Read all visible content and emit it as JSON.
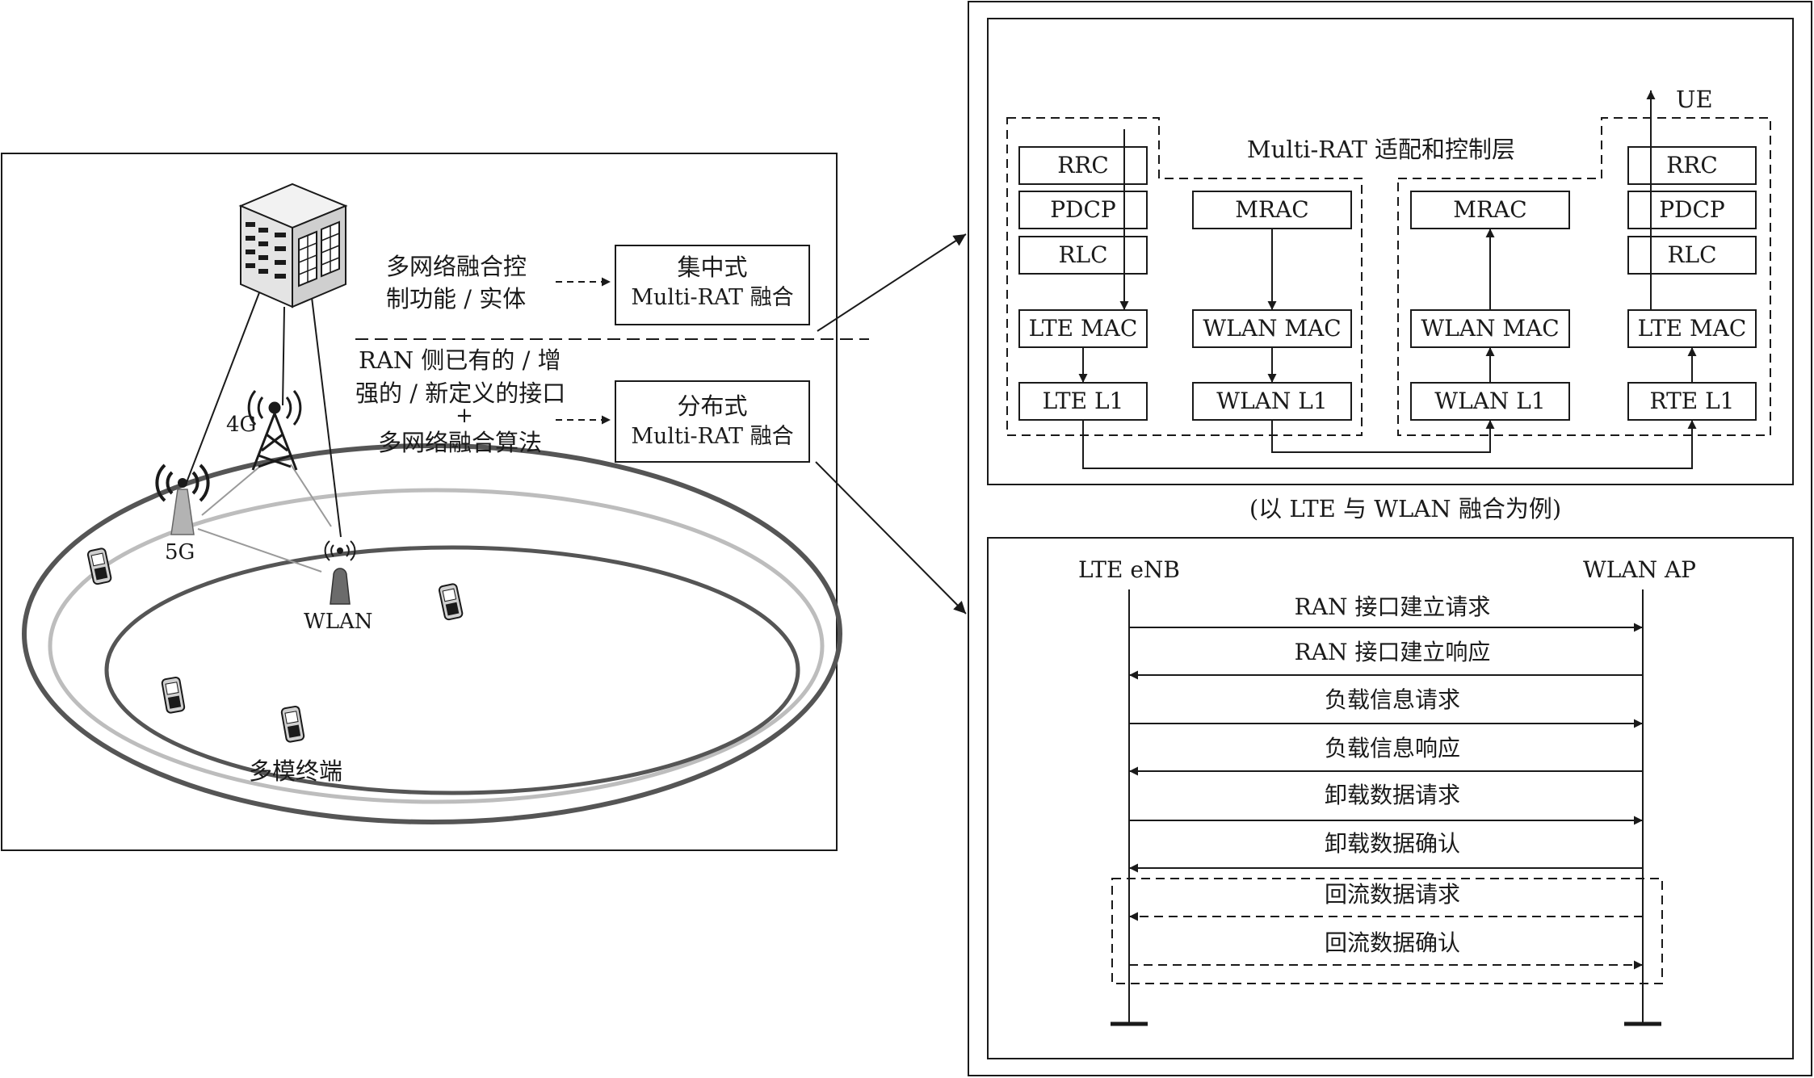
{
  "left_panel": {
    "control_label_line1": "多网络融合控",
    "control_label_line2": "制功能 / 实体",
    "centralized_line1": "集中式",
    "centralized_line2": "Multi-RAT 融合",
    "interface_line1": "RAN 侧已有的 / 增",
    "interface_line2": "强的 / 新定义的接口",
    "interface_plus": "+",
    "interface_line3": "多网络融合算法",
    "distributed_line1": "分布式",
    "distributed_line2": "Multi-RAT 融合",
    "label_4g": "4G",
    "label_5g": "5G",
    "label_wlan": "WLAN",
    "terminal_label": "多模终端"
  },
  "stack_panel": {
    "ue_label": "UE",
    "layer_title": "Multi-RAT 适配和控制层",
    "caption": "(以 LTE 与 WLAN 融合为例)",
    "left_lte": [
      "RRC",
      "PDCP",
      "RLC",
      "LTE MAC",
      "LTE L1"
    ],
    "left_wlan": [
      "MRAC",
      "WLAN MAC",
      "WLAN L1"
    ],
    "right_wlan": [
      "MRAC",
      "WLAN MAC",
      "WLAN L1"
    ],
    "right_lte": [
      "RRC",
      "PDCP",
      "RLC",
      "LTE MAC",
      "RTE L1"
    ]
  },
  "sequence_panel": {
    "left_entity": "LTE eNB",
    "right_entity": "WLAN AP",
    "messages": [
      "RAN 接口建立请求",
      "RAN 接口建立响应",
      "负载信息请求",
      "负载信息响应",
      "卸载数据请求",
      "卸载数据确认",
      "回流数据请求",
      "回流数据确认"
    ]
  }
}
